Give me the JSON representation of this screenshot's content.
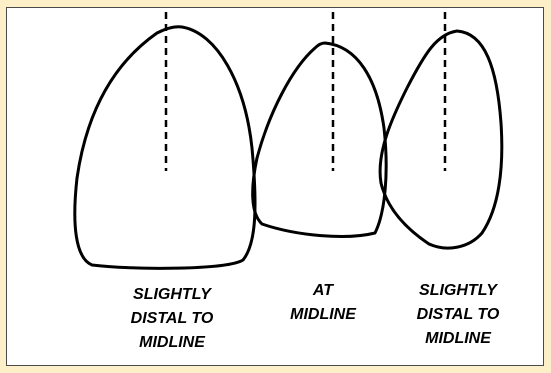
{
  "diagram": {
    "teeth": [
      {
        "name": "tooth-left",
        "label_lines": [
          "SLIGHTLY",
          "DISTAL TO",
          "MIDLINE"
        ]
      },
      {
        "name": "tooth-center",
        "label_lines": [
          "AT",
          "MIDLINE"
        ]
      },
      {
        "name": "tooth-right",
        "label_lines": [
          "SLIGHTLY",
          "DISTAL TO",
          "MIDLINE"
        ]
      }
    ],
    "colors": {
      "background": "#fdf0c8",
      "panel": "#ffffff",
      "outline": "#000000",
      "frame_border": "#4a4a4a"
    }
  }
}
